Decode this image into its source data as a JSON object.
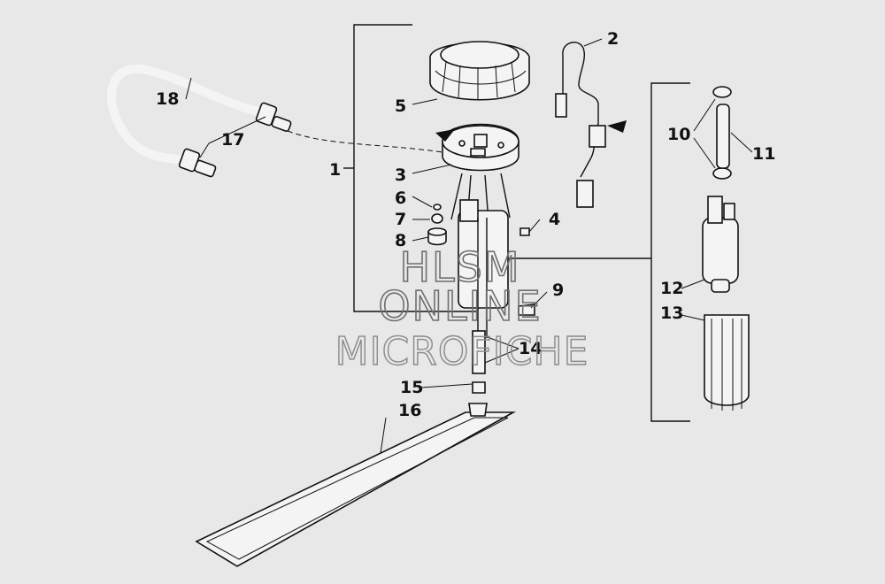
{
  "callouts": [
    {
      "label": "1"
    },
    {
      "label": "2"
    },
    {
      "label": "3"
    },
    {
      "label": "4"
    },
    {
      "label": "5"
    },
    {
      "label": "6"
    },
    {
      "label": "7"
    },
    {
      "label": "8"
    },
    {
      "label": "9"
    },
    {
      "label": "10"
    },
    {
      "label": "11"
    },
    {
      "label": "12"
    },
    {
      "label": "13"
    },
    {
      "label": "14"
    },
    {
      "label": "15"
    },
    {
      "label": "16"
    },
    {
      "label": "17"
    },
    {
      "label": "18"
    }
  ],
  "watermark": {
    "line1": "HLSM",
    "line2": "ONLINE",
    "line3": "MICROFICHE"
  },
  "colors": {
    "background": "#e8e8e8",
    "ink": "#111111",
    "watermark": "#7a7a7a"
  }
}
